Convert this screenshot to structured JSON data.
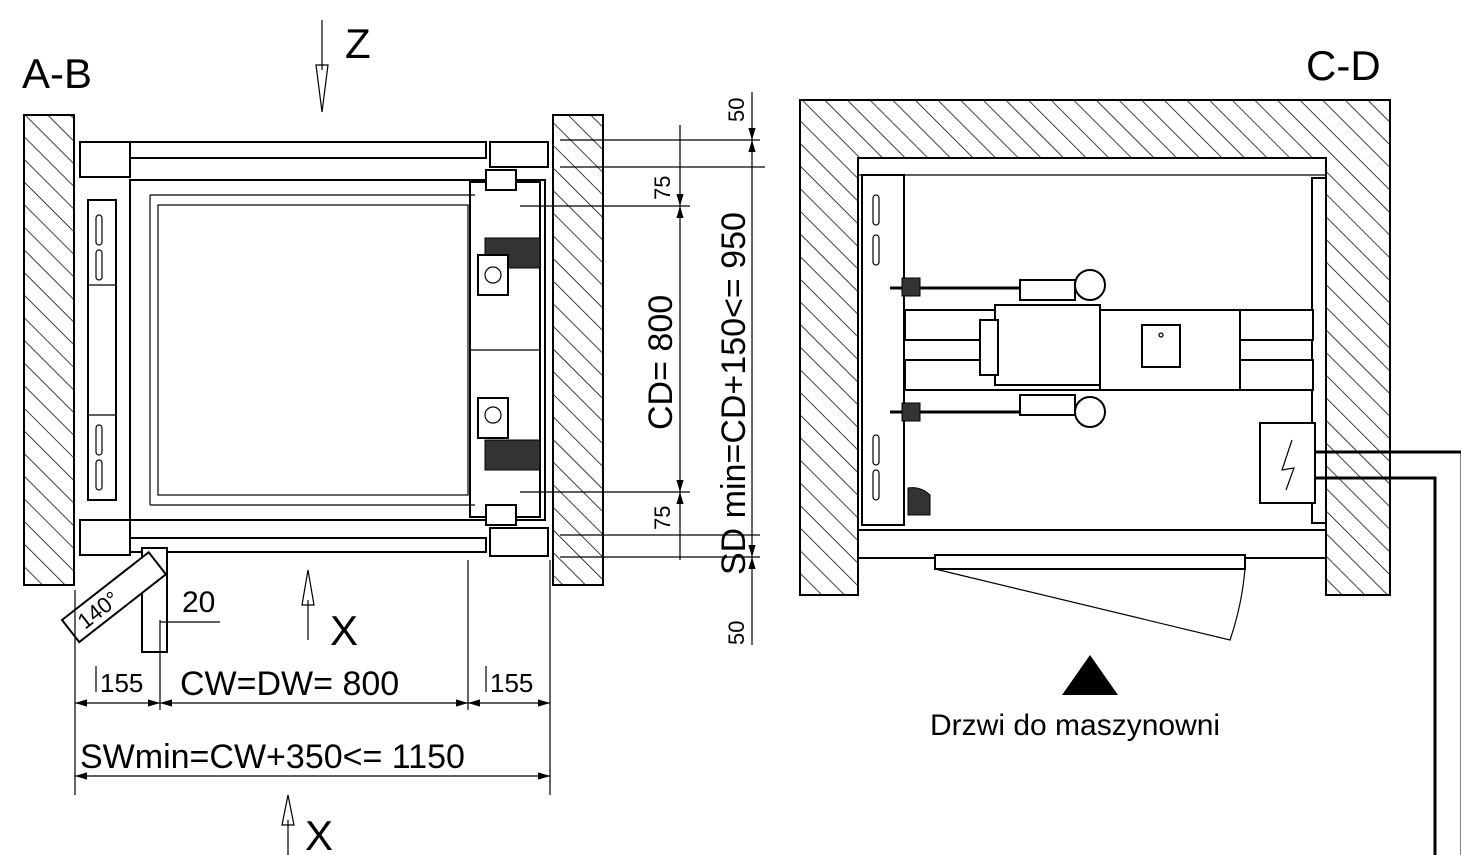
{
  "views": {
    "left": {
      "title": "A-B"
    },
    "right": {
      "title": "C-D"
    }
  },
  "arrows": {
    "top": "Z",
    "middle": "X",
    "bottom": "X"
  },
  "dimensions": {
    "top_gap": "50",
    "upper_offset": "75",
    "car_depth": "CD= 800",
    "shaft_depth": "SD min=CD+150<= 950",
    "lower_offset": "75",
    "bottom_gap": "50",
    "door_angle": "140°",
    "door_offset": "20",
    "left_side": "155",
    "right_side": "155",
    "car_width": "CW=DW= 800",
    "shaft_width": "SWmin=CW+350<= 1150"
  },
  "labels": {
    "machine_room_door": "Drzwi do maszynowni"
  }
}
